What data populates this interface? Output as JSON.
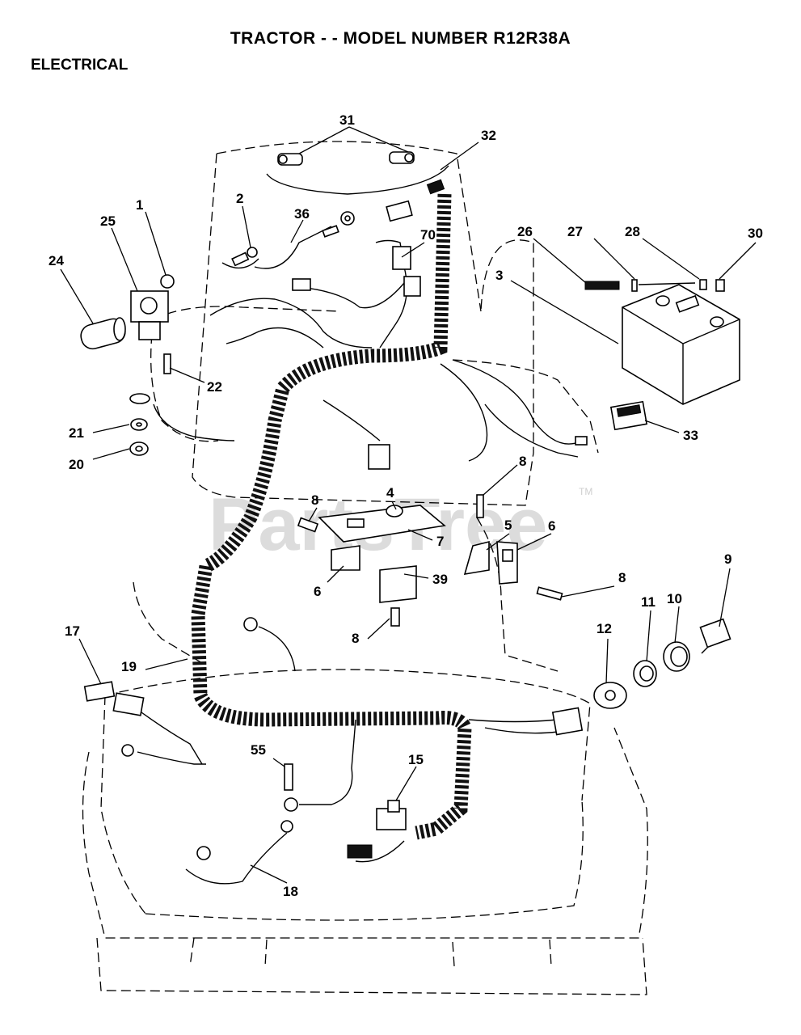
{
  "header": {
    "title": "TRACTOR - - MODEL NUMBER R12R38A",
    "section": "ELECTRICAL"
  },
  "watermark": {
    "text": "PartsTree",
    "trademark": "TM"
  },
  "callouts": [
    "31",
    "32",
    "2",
    "36",
    "25",
    "1",
    "24",
    "26",
    "27",
    "28",
    "30",
    "70",
    "3",
    "22",
    "21",
    "20",
    "33",
    "8",
    "4",
    "8",
    "7",
    "5",
    "6",
    "6",
    "39",
    "8",
    "8",
    "9",
    "10",
    "11",
    "12",
    "17",
    "19",
    "55",
    "15",
    "18"
  ]
}
